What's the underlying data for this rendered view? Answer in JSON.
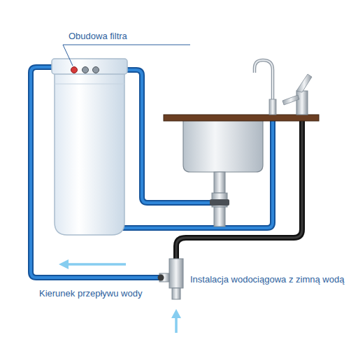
{
  "diagram": {
    "labels": [
      "Obudowa filtra",
      "Kierunek przepływu wody",
      "Instalacja wodociągowa z zimną wodą"
    ]
  }
}
